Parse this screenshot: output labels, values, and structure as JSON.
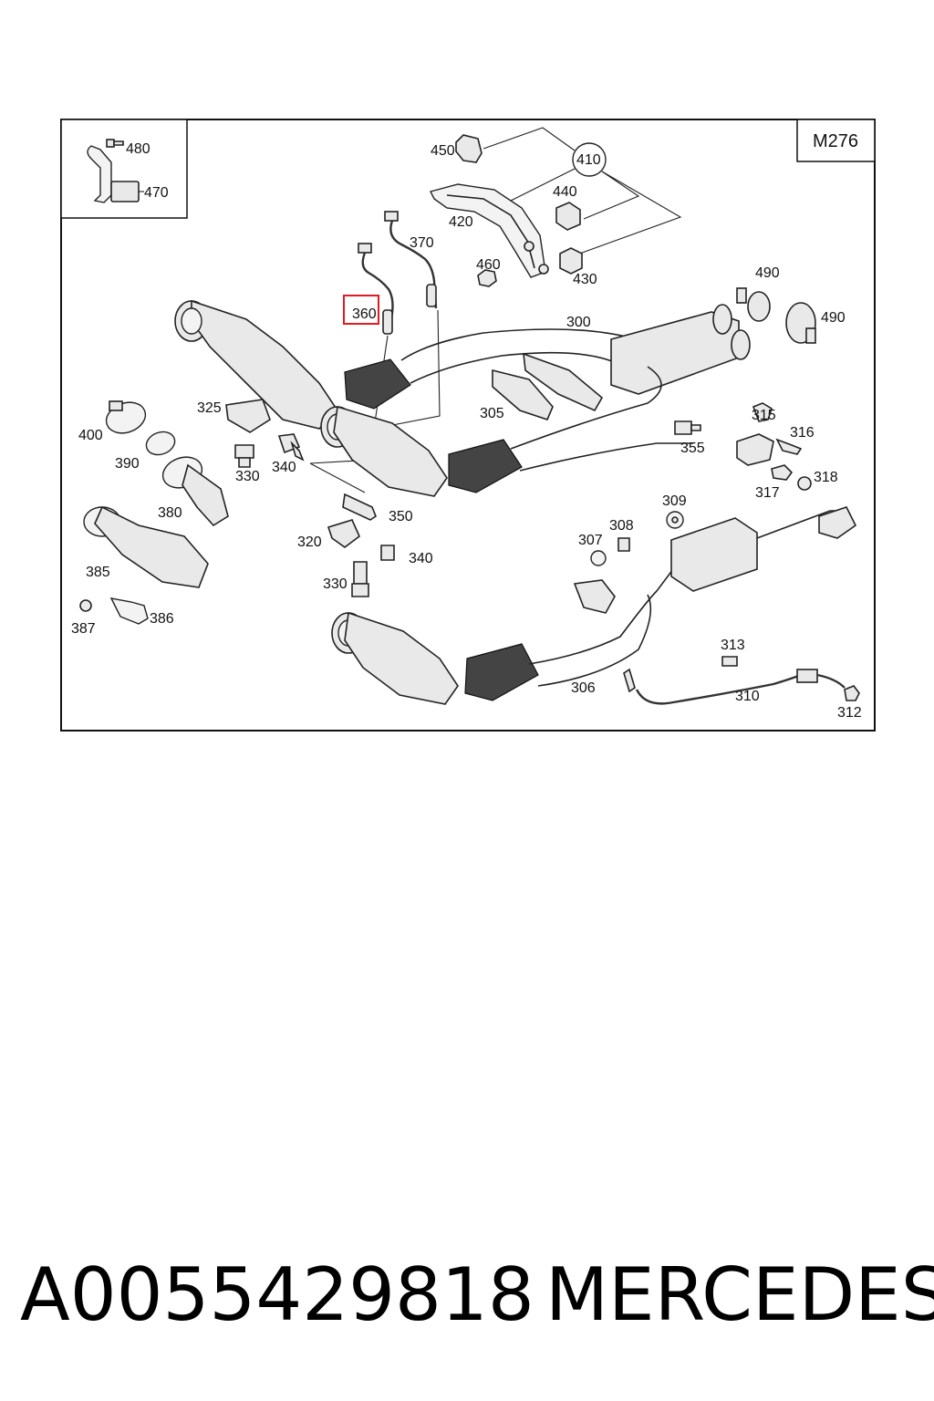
{
  "diagram": {
    "engine_code": "M276",
    "highlight_label": "360",
    "labels": [
      "480",
      "470",
      "450",
      "410",
      "440",
      "420",
      "430",
      "460",
      "370",
      "490",
      "490",
      "360",
      "300",
      "325",
      "400",
      "390",
      "305",
      "315",
      "316",
      "355",
      "330",
      "340",
      "318",
      "317",
      "380",
      "350",
      "309",
      "308",
      "307",
      "320",
      "340",
      "385",
      "330",
      "387",
      "386",
      "313",
      "306",
      "310",
      "312"
    ]
  },
  "footer": {
    "part_number": "A0055429818",
    "brand": "MERCEDES"
  },
  "colors": {
    "highlight": "#e01b24",
    "highlight_text": "#5a4a7a",
    "line": "#222222"
  }
}
